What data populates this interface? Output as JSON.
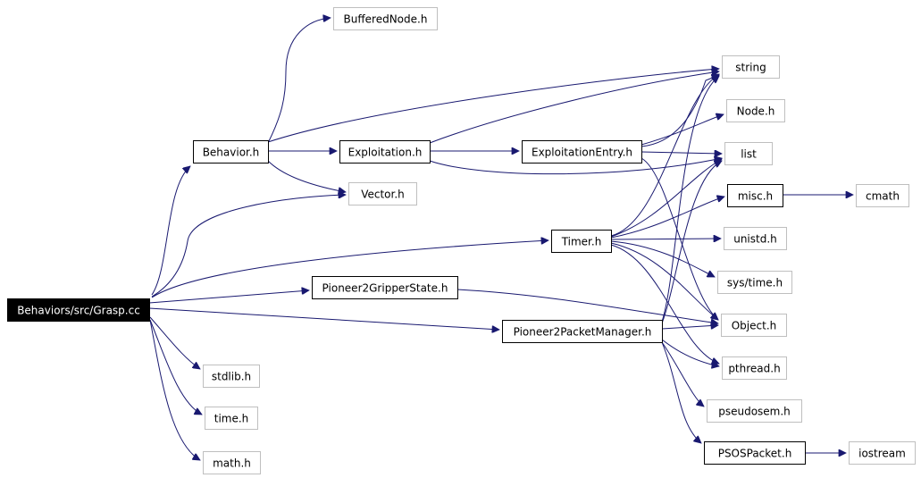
{
  "graph": {
    "root": "Behaviors/src/Grasp.cc",
    "nodes": [
      {
        "id": "grasp",
        "label": "Behaviors/src/Grasp.cc",
        "kind": "root"
      },
      {
        "id": "behavior",
        "label": "Behavior.h",
        "kind": "documented"
      },
      {
        "id": "buffered",
        "label": "BufferedNode.h",
        "kind": "external"
      },
      {
        "id": "string",
        "label": "string",
        "kind": "external"
      },
      {
        "id": "node",
        "label": "Node.h",
        "kind": "external"
      },
      {
        "id": "exploitation",
        "label": "Exploitation.h",
        "kind": "documented"
      },
      {
        "id": "expentry",
        "label": "ExploitationEntry.h",
        "kind": "documented"
      },
      {
        "id": "list",
        "label": "list",
        "kind": "external"
      },
      {
        "id": "vector",
        "label": "Vector.h",
        "kind": "external"
      },
      {
        "id": "misc",
        "label": "misc.h",
        "kind": "documented"
      },
      {
        "id": "cmath",
        "label": "cmath",
        "kind": "external"
      },
      {
        "id": "timer",
        "label": "Timer.h",
        "kind": "documented"
      },
      {
        "id": "unistd",
        "label": "unistd.h",
        "kind": "external"
      },
      {
        "id": "systime",
        "label": "sys/time.h",
        "kind": "external"
      },
      {
        "id": "gripper",
        "label": "Pioneer2GripperState.h",
        "kind": "documented"
      },
      {
        "id": "object",
        "label": "Object.h",
        "kind": "external"
      },
      {
        "id": "packetmgr",
        "label": "Pioneer2PacketManager.h",
        "kind": "documented"
      },
      {
        "id": "pthread",
        "label": "pthread.h",
        "kind": "external"
      },
      {
        "id": "pseudosem",
        "label": "pseudosem.h",
        "kind": "external"
      },
      {
        "id": "psospacket",
        "label": "PSOSPacket.h",
        "kind": "documented"
      },
      {
        "id": "iostream",
        "label": "iostream",
        "kind": "external"
      },
      {
        "id": "stdlib",
        "label": "stdlib.h",
        "kind": "external"
      },
      {
        "id": "time",
        "label": "time.h",
        "kind": "external"
      },
      {
        "id": "math",
        "label": "math.h",
        "kind": "external"
      }
    ],
    "edges": [
      {
        "from": "grasp",
        "to": "behavior"
      },
      {
        "from": "grasp",
        "to": "vector"
      },
      {
        "from": "grasp",
        "to": "timer"
      },
      {
        "from": "grasp",
        "to": "gripper"
      },
      {
        "from": "grasp",
        "to": "packetmgr"
      },
      {
        "from": "grasp",
        "to": "stdlib"
      },
      {
        "from": "grasp",
        "to": "time"
      },
      {
        "from": "grasp",
        "to": "math"
      },
      {
        "from": "behavior",
        "to": "buffered"
      },
      {
        "from": "behavior",
        "to": "string"
      },
      {
        "from": "behavior",
        "to": "exploitation"
      },
      {
        "from": "behavior",
        "to": "vector"
      },
      {
        "from": "exploitation",
        "to": "string"
      },
      {
        "from": "exploitation",
        "to": "expentry"
      },
      {
        "from": "exploitation",
        "to": "list"
      },
      {
        "from": "expentry",
        "to": "string"
      },
      {
        "from": "expentry",
        "to": "node"
      },
      {
        "from": "expentry",
        "to": "list"
      },
      {
        "from": "expentry",
        "to": "object"
      },
      {
        "from": "timer",
        "to": "string"
      },
      {
        "from": "timer",
        "to": "list"
      },
      {
        "from": "timer",
        "to": "misc"
      },
      {
        "from": "timer",
        "to": "unistd"
      },
      {
        "from": "timer",
        "to": "systime"
      },
      {
        "from": "timer",
        "to": "object"
      },
      {
        "from": "timer",
        "to": "pthread"
      },
      {
        "from": "misc",
        "to": "cmath"
      },
      {
        "from": "gripper",
        "to": "object"
      },
      {
        "from": "packetmgr",
        "to": "string"
      },
      {
        "from": "packetmgr",
        "to": "list"
      },
      {
        "from": "packetmgr",
        "to": "object"
      },
      {
        "from": "packetmgr",
        "to": "pthread"
      },
      {
        "from": "packetmgr",
        "to": "pseudosem"
      },
      {
        "from": "packetmgr",
        "to": "psospacket"
      },
      {
        "from": "psospacket",
        "to": "iostream"
      }
    ]
  }
}
